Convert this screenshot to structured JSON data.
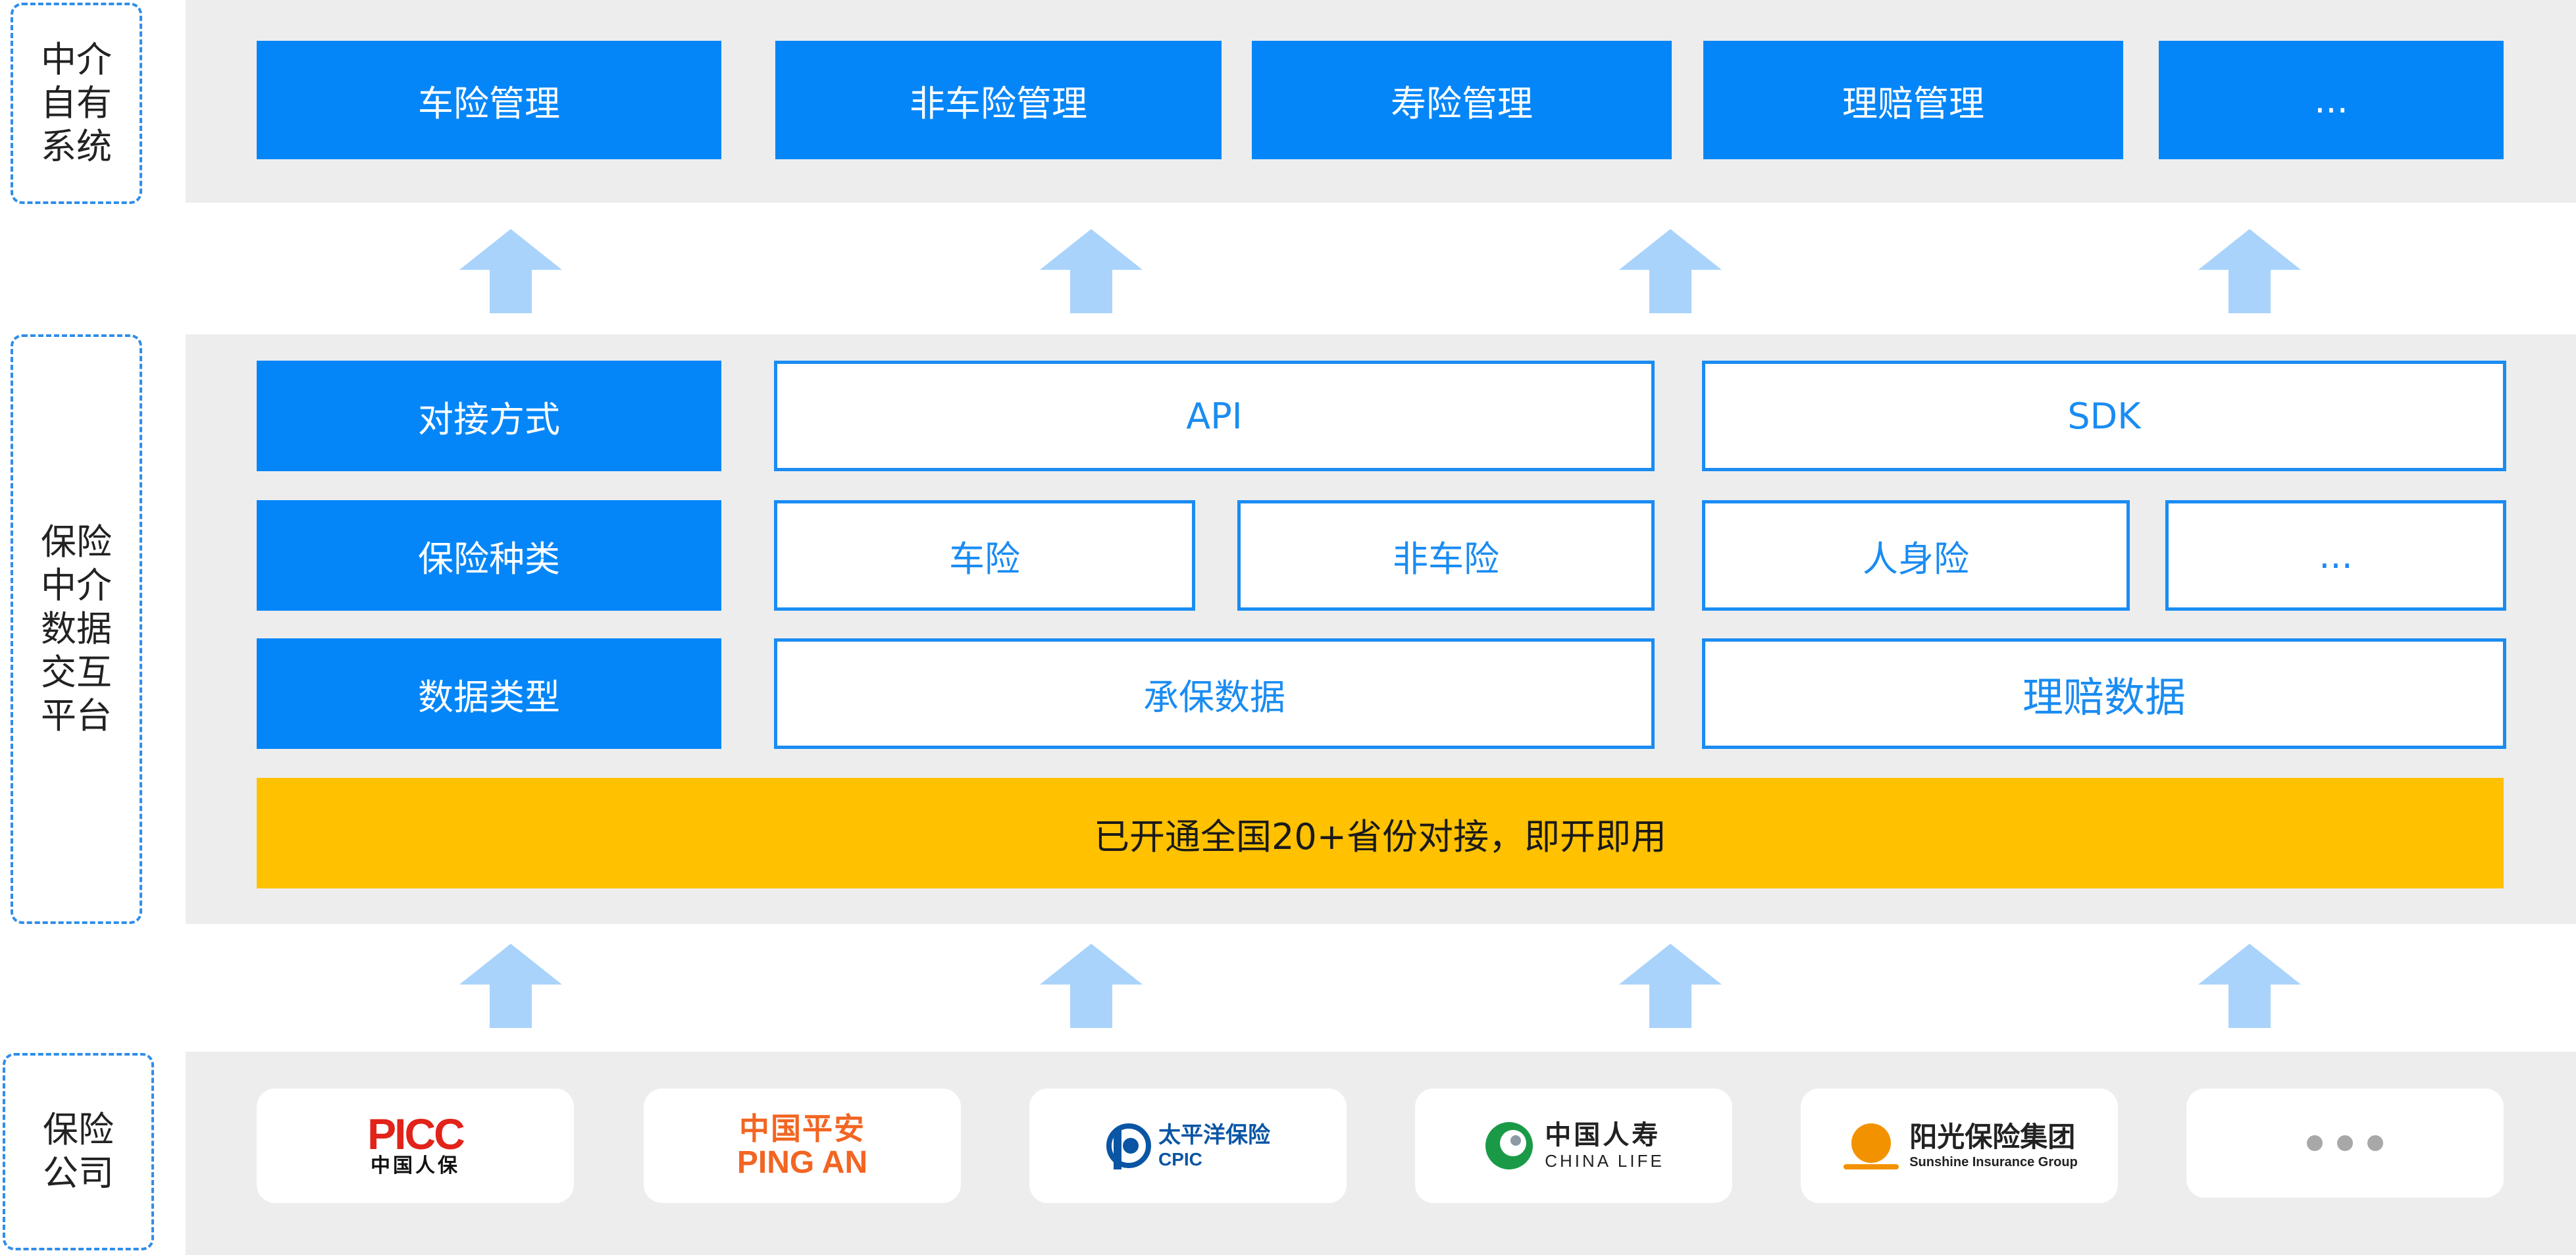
{
  "side_labels": {
    "intermediary_system": "中介\n自有\n系统",
    "exchange_platform": "保险\n中介\n数据\n交互\n平台",
    "insurance_companies": "保险\n公司"
  },
  "top_modules": [
    "车险管理",
    "非车险管理",
    "寿险管理",
    "理赔管理",
    "..."
  ],
  "platform": {
    "row_labels": [
      "对接方式",
      "保险种类",
      "数据类型"
    ],
    "integration": [
      "API",
      "SDK"
    ],
    "insurance_types": [
      "车险",
      "非车险",
      "人身险",
      "..."
    ],
    "data_types": [
      "承保数据",
      "理赔数据"
    ],
    "banner": "已开通全国20+省份对接，即开即用"
  },
  "companies": {
    "picc": {
      "mark": "PICC",
      "sub": "中国人保"
    },
    "pingan": {
      "cn": "中国平安",
      "en": "PING AN"
    },
    "cpic": {
      "cn": "太平洋保险",
      "en": "CPIC"
    },
    "chinalife": {
      "cn": "中国人寿",
      "en": "CHINA LIFE"
    },
    "sunshine": {
      "cn": "阳光保险集团",
      "en": "Sunshine Insurance Group"
    },
    "more": "..."
  },
  "colors": {
    "primary": "#0586f8",
    "outline": "#1a8cf2",
    "banner": "#ffc100",
    "arrow": "#a9d3fb",
    "band": "#ededed"
  }
}
